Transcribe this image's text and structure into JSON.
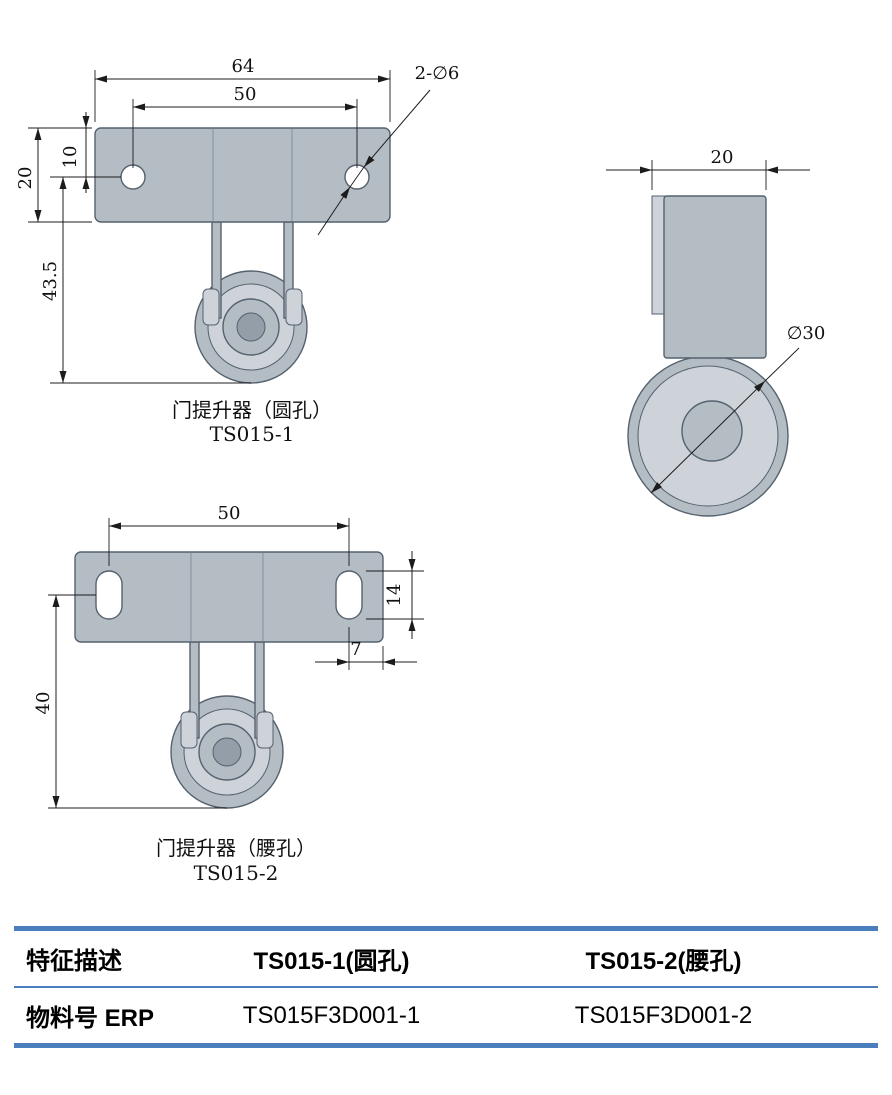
{
  "colors": {
    "accent": "#4a7ebd",
    "metal": "#b4bcc4",
    "metal_light": "#cdd3d9",
    "metal_dark": "#939ea8",
    "outline": "#55626e"
  },
  "views": {
    "round_hole": {
      "caption": "门提升器（圆孔）",
      "model": "TS015-1",
      "dims": {
        "overall_width": "64",
        "hole_pitch": "50",
        "hole_callout": "2-∅6",
        "hole_offset": "10",
        "plate_height": "20",
        "overall_drop": "43.5"
      }
    },
    "side": {
      "dims": {
        "bracket_width": "20",
        "wheel_diameter": "∅30"
      }
    },
    "slot_hole": {
      "caption": "门提升器（腰孔）",
      "model": "TS015-2",
      "dims": {
        "hole_pitch": "50",
        "slot_length": "14",
        "edge_offset": "7",
        "overall_drop": "40"
      }
    }
  },
  "table": {
    "headers": [
      "特征描述",
      "TS015-1(圆孔)",
      "TS015-2(腰孔)"
    ],
    "rows": [
      [
        "物料号 ERP",
        "TS015F3D001-1",
        "TS015F3D001-2"
      ]
    ]
  }
}
